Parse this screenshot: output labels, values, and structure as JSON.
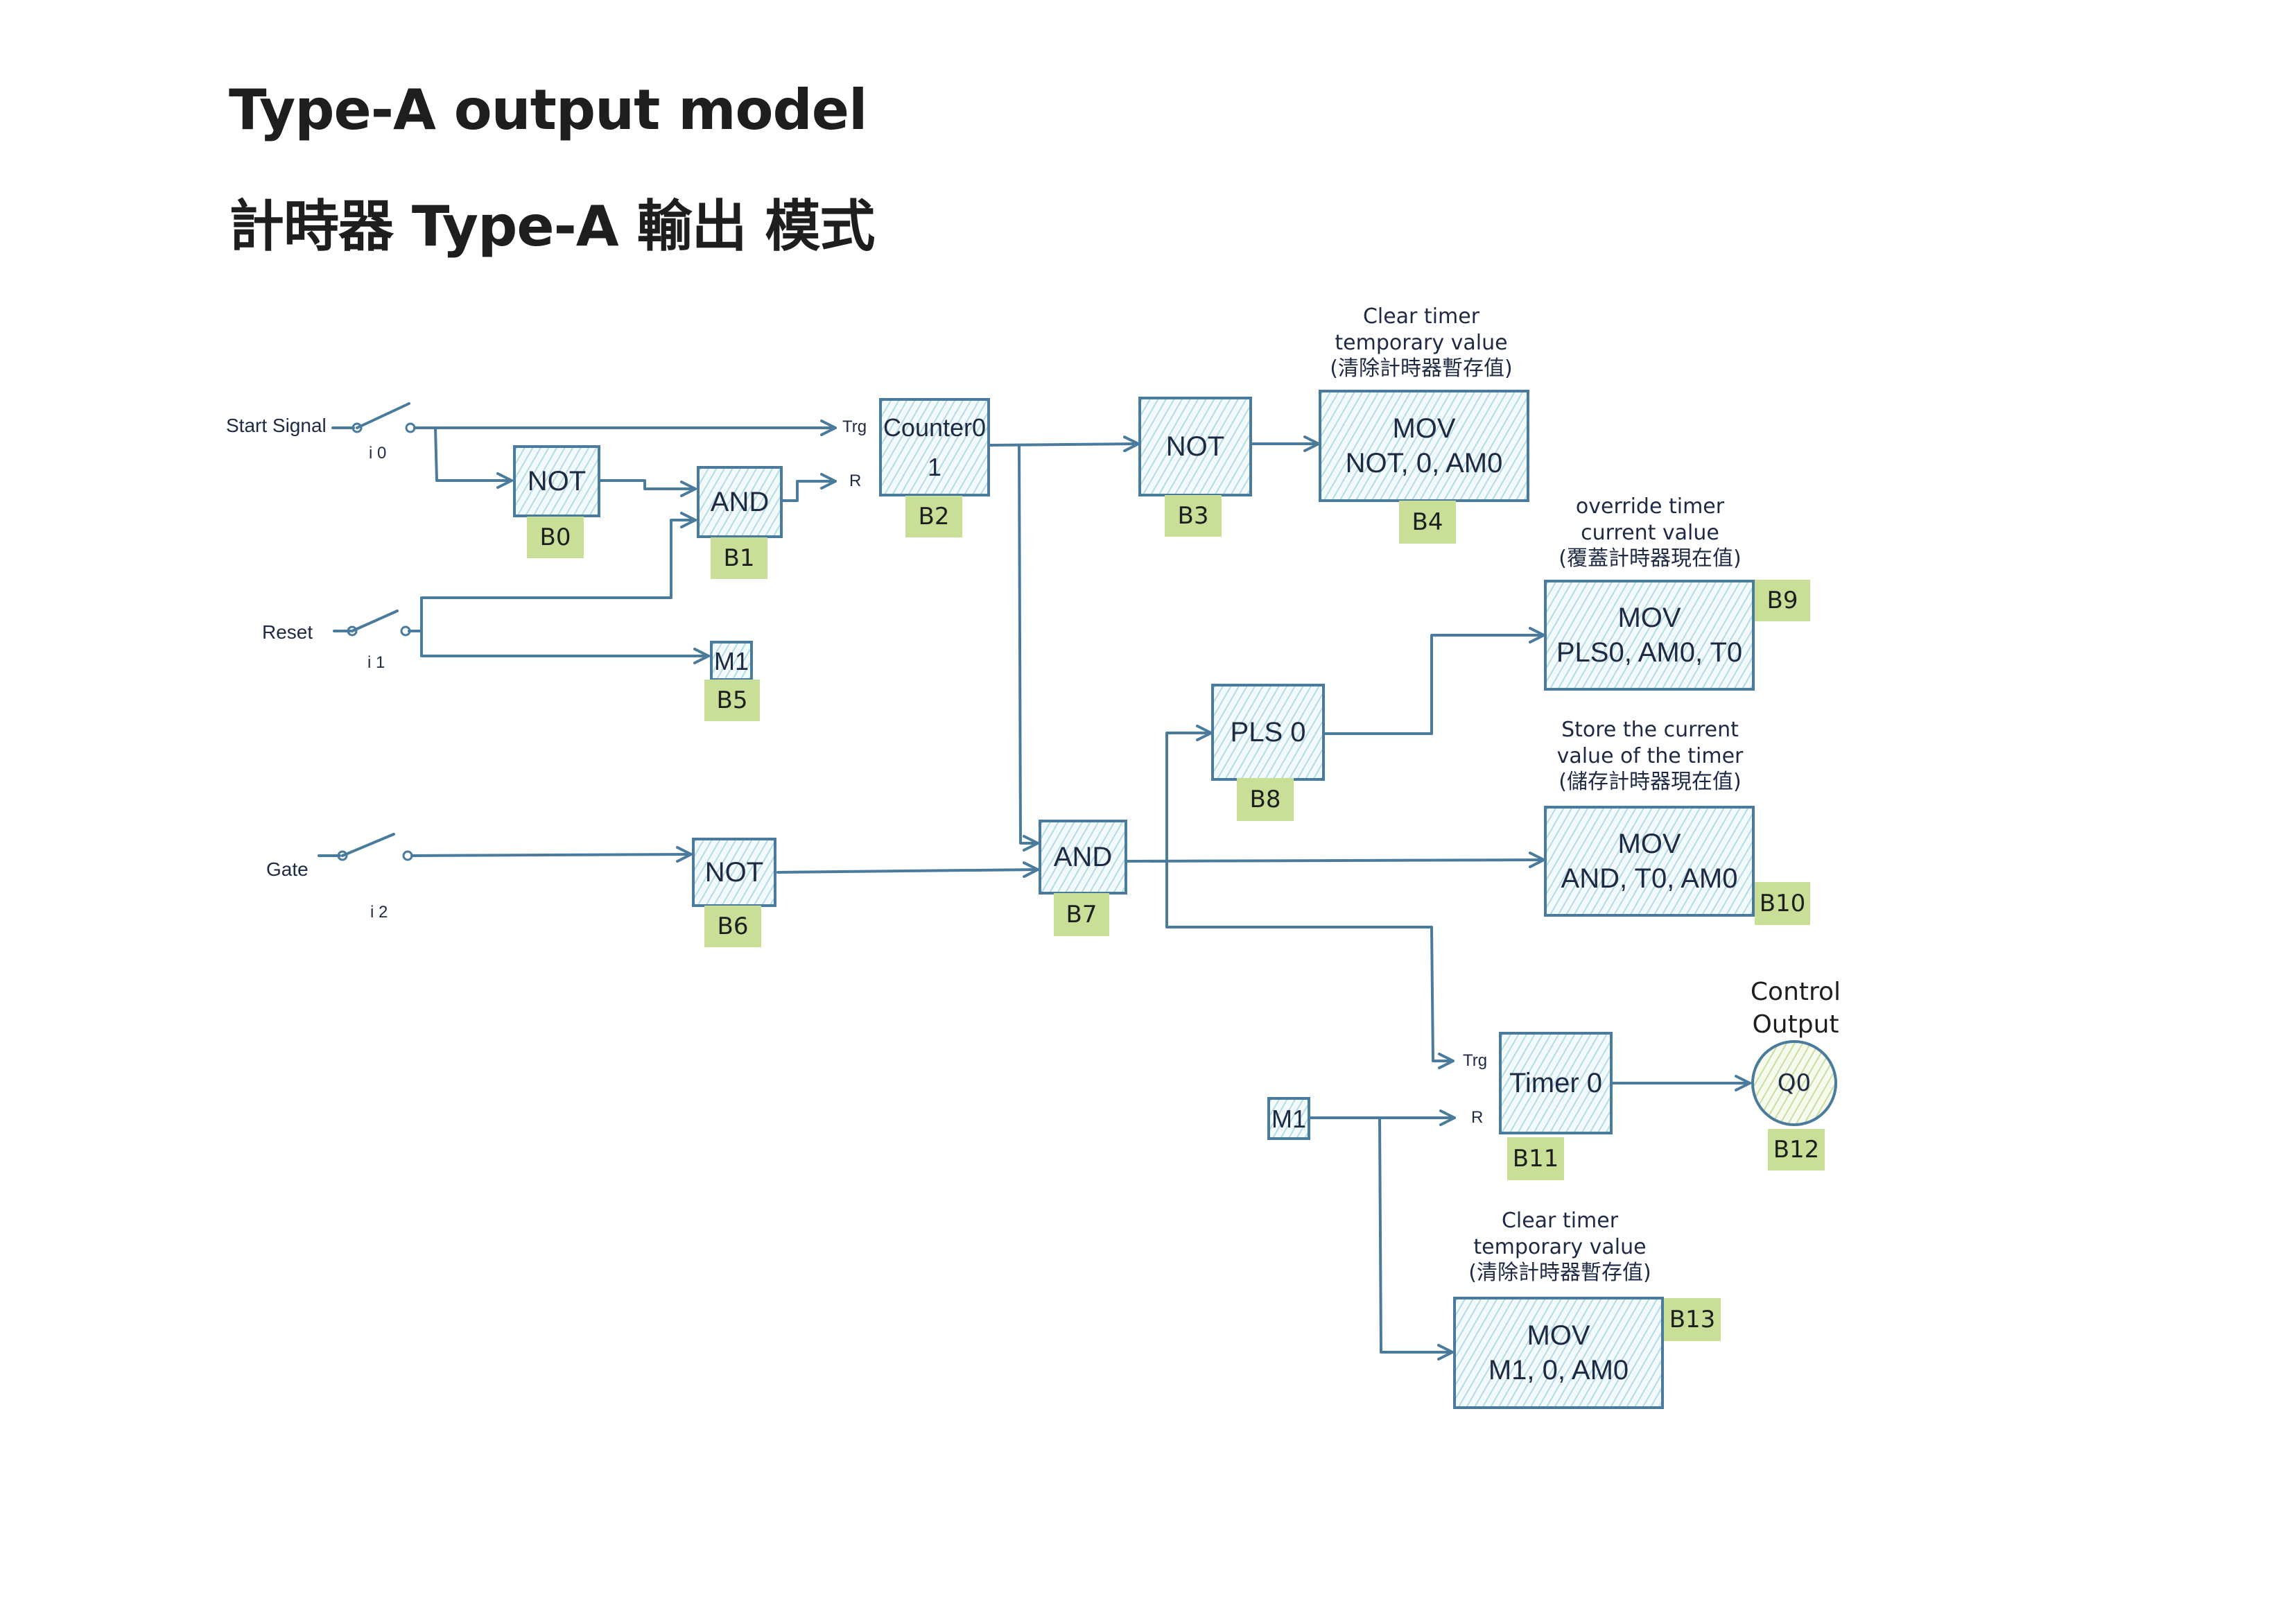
{
  "title": {
    "english": "Type-A output model",
    "chinese": "計時器 Type-A 輸出 模式"
  },
  "inputs": [
    {
      "label": "Start Signal",
      "id": "i 0"
    },
    {
      "label": "Reset",
      "id": "i 1"
    },
    {
      "label": "Gate",
      "id": "i 2"
    }
  ],
  "ports": {
    "counter_trg": "Trg",
    "counter_r": "R",
    "timer_trg": "Trg",
    "timer_r": "R"
  },
  "blocks": {
    "b0": {
      "lines": [
        "NOT"
      ],
      "tag": "B0"
    },
    "b1": {
      "lines": [
        "AND"
      ],
      "tag": "B1"
    },
    "b2": {
      "lines": [
        "Counter0",
        "1"
      ],
      "tag": "B2"
    },
    "b3": {
      "lines": [
        "NOT"
      ],
      "tag": "B3"
    },
    "b4": {
      "lines": [
        "MOV",
        "NOT, 0, AM0"
      ],
      "tag": "B4"
    },
    "b5": {
      "lines": [
        "M1"
      ],
      "tag": "B5"
    },
    "b6": {
      "lines": [
        "NOT"
      ],
      "tag": "B6"
    },
    "b7": {
      "lines": [
        "AND"
      ],
      "tag": "B7"
    },
    "b8": {
      "lines": [
        "PLS 0"
      ],
      "tag": "B8"
    },
    "b9": {
      "lines": [
        "MOV",
        "PLS0, AM0, T0"
      ],
      "tag": "B9"
    },
    "b10": {
      "lines": [
        "MOV",
        "AND, T0, AM0"
      ],
      "tag": "B10"
    },
    "b11": {
      "lines": [
        "Timer 0"
      ],
      "tag": "B11"
    },
    "b12": {
      "lines": [
        "Q0"
      ],
      "tag": "B12"
    },
    "b13": {
      "lines": [
        "MOV",
        "M1, 0, AM0"
      ],
      "tag": "B13"
    },
    "m1_ref": {
      "lines": [
        "M1"
      ]
    }
  },
  "notes": {
    "b4": [
      "Clear timer",
      "temporary value",
      "(清除計時器暫存值)"
    ],
    "b9": [
      "override timer",
      "current value",
      "(覆蓋計時器現在值)"
    ],
    "b10": [
      "Store the current",
      "value of the timer",
      "(儲存計時器現在值)"
    ],
    "b13": [
      "Clear timer",
      "temporary value",
      "(清除計時器暫存值)"
    ]
  },
  "control_output": [
    "Control",
    "Output"
  ],
  "colors": {
    "stroke": "#4a7b9d",
    "tag_fill": "#c9df98",
    "text": "#1e2a44"
  }
}
